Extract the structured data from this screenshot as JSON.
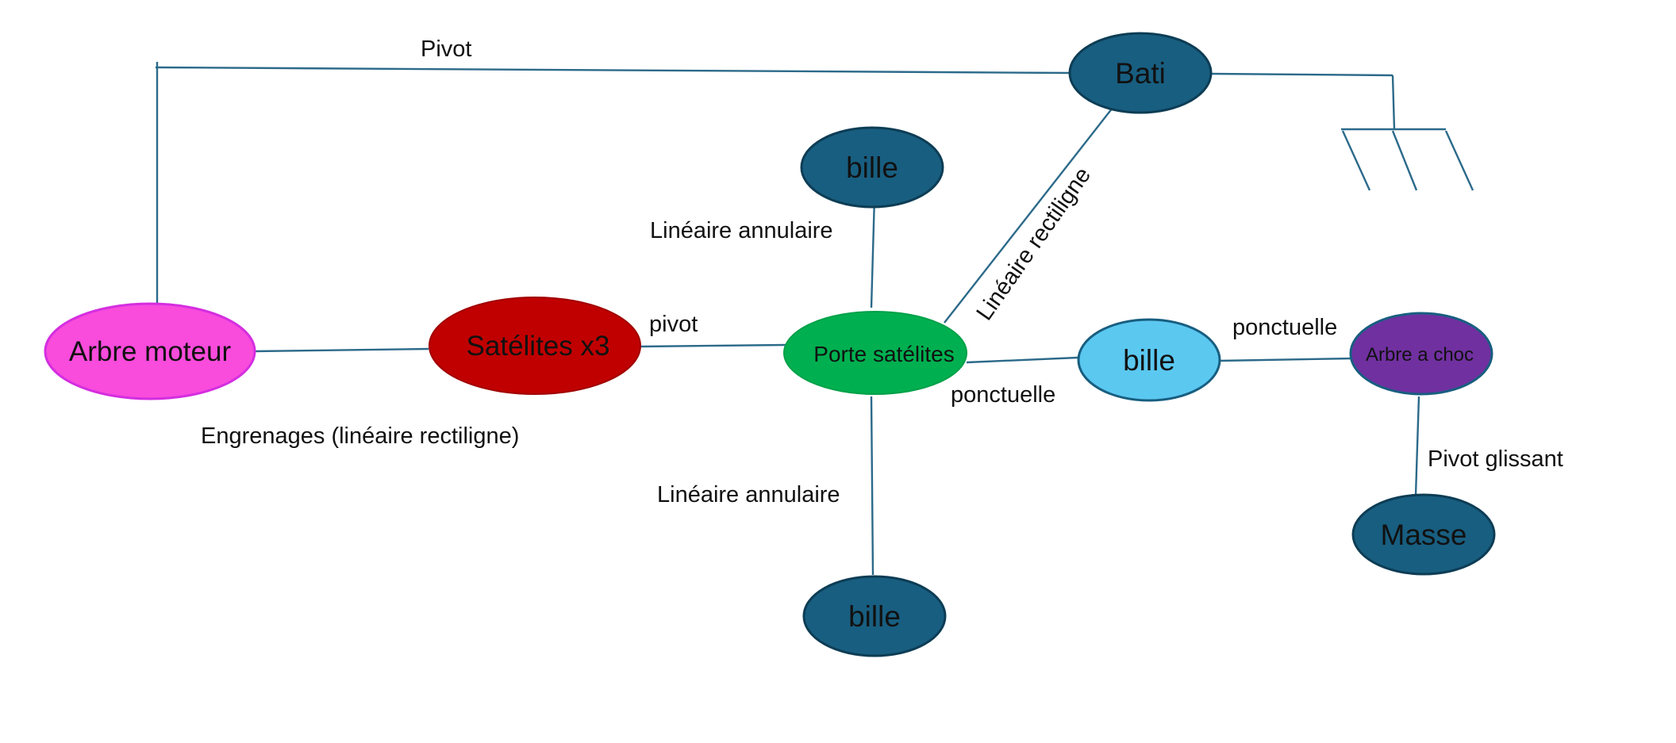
{
  "diagram": {
    "nodes": [
      {
        "id": "bati",
        "label": "Bati",
        "fill": "#185e80",
        "stroke": "#0d3d55"
      },
      {
        "id": "bille_top",
        "label": "bille",
        "fill": "#185e80",
        "stroke": "#0d3d55"
      },
      {
        "id": "arbre_moteur",
        "label": "Arbre moteur",
        "fill": "#f94bdc",
        "stroke": "#d42ee0"
      },
      {
        "id": "satelites",
        "label": "Satélites x3",
        "fill": "#c00000",
        "stroke": "#a00000"
      },
      {
        "id": "porte_satelites",
        "label": "Porte satélites",
        "fill": "#00b050",
        "stroke": "#00a048"
      },
      {
        "id": "bille_right",
        "label": "bille",
        "fill": "#5bc8f0",
        "stroke": "#185e80"
      },
      {
        "id": "arbre_choc",
        "label": "Arbre a choc",
        "fill": "#7030a0",
        "stroke": "#185e80"
      },
      {
        "id": "masse",
        "label": "Masse",
        "fill": "#185e80",
        "stroke": "#0d3d55"
      },
      {
        "id": "bille_bottom",
        "label": "bille",
        "fill": "#185e80",
        "stroke": "#0d3d55"
      }
    ],
    "links": [
      {
        "id": "pivot_top",
        "label": "Pivot"
      },
      {
        "id": "engrenages",
        "label": "Engrenages (linéaire rectiligne)"
      },
      {
        "id": "pivot_sat",
        "label": "pivot"
      },
      {
        "id": "lin_ann_top",
        "label": "Linéaire annulaire"
      },
      {
        "id": "lin_rect",
        "label": "Linéaire rectiligne"
      },
      {
        "id": "ponct_left",
        "label": "ponctuelle"
      },
      {
        "id": "ponct_right",
        "label": "ponctuelle"
      },
      {
        "id": "pivot_gliss",
        "label": "Pivot glissant"
      },
      {
        "id": "lin_ann_bottom",
        "label": "Linéaire annulaire"
      }
    ],
    "line_color": "#2c6a8a"
  }
}
